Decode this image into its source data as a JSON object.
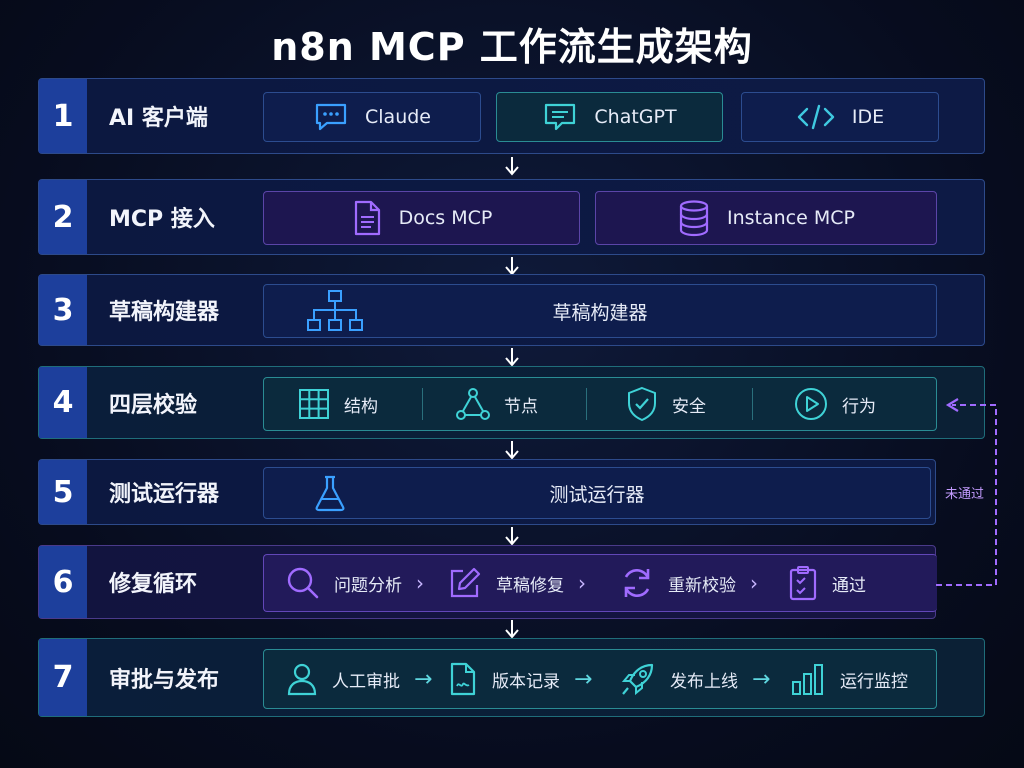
{
  "title": "n8n MCP 工作流生成架构",
  "rows": [
    {
      "num": "1",
      "label": "AI 客户端",
      "items": [
        "Claude",
        "ChatGPT",
        "IDE"
      ]
    },
    {
      "num": "2",
      "label": "MCP 接入",
      "items": [
        "Docs MCP",
        "Instance MCP"
      ]
    },
    {
      "num": "3",
      "label": "草稿构建器",
      "items": [
        "草稿构建器"
      ]
    },
    {
      "num": "4",
      "label": "四层校验",
      "items": [
        "结构",
        "节点",
        "安全",
        "行为"
      ]
    },
    {
      "num": "5",
      "label": "测试运行器",
      "items": [
        "测试运行器"
      ]
    },
    {
      "num": "6",
      "label": "修复循环",
      "items": [
        "问题分析",
        "草稿修复",
        "重新校验",
        "通过"
      ]
    },
    {
      "num": "7",
      "label": "审批与发布",
      "items": [
        "人工审批",
        "版本记录",
        "发布上线",
        "运行监控"
      ]
    }
  ],
  "loop_label": "未通过",
  "colors": {
    "accent_blue": "#3aa0ff",
    "accent_purple": "#a06bff",
    "accent_teal": "#3fd2d6"
  }
}
